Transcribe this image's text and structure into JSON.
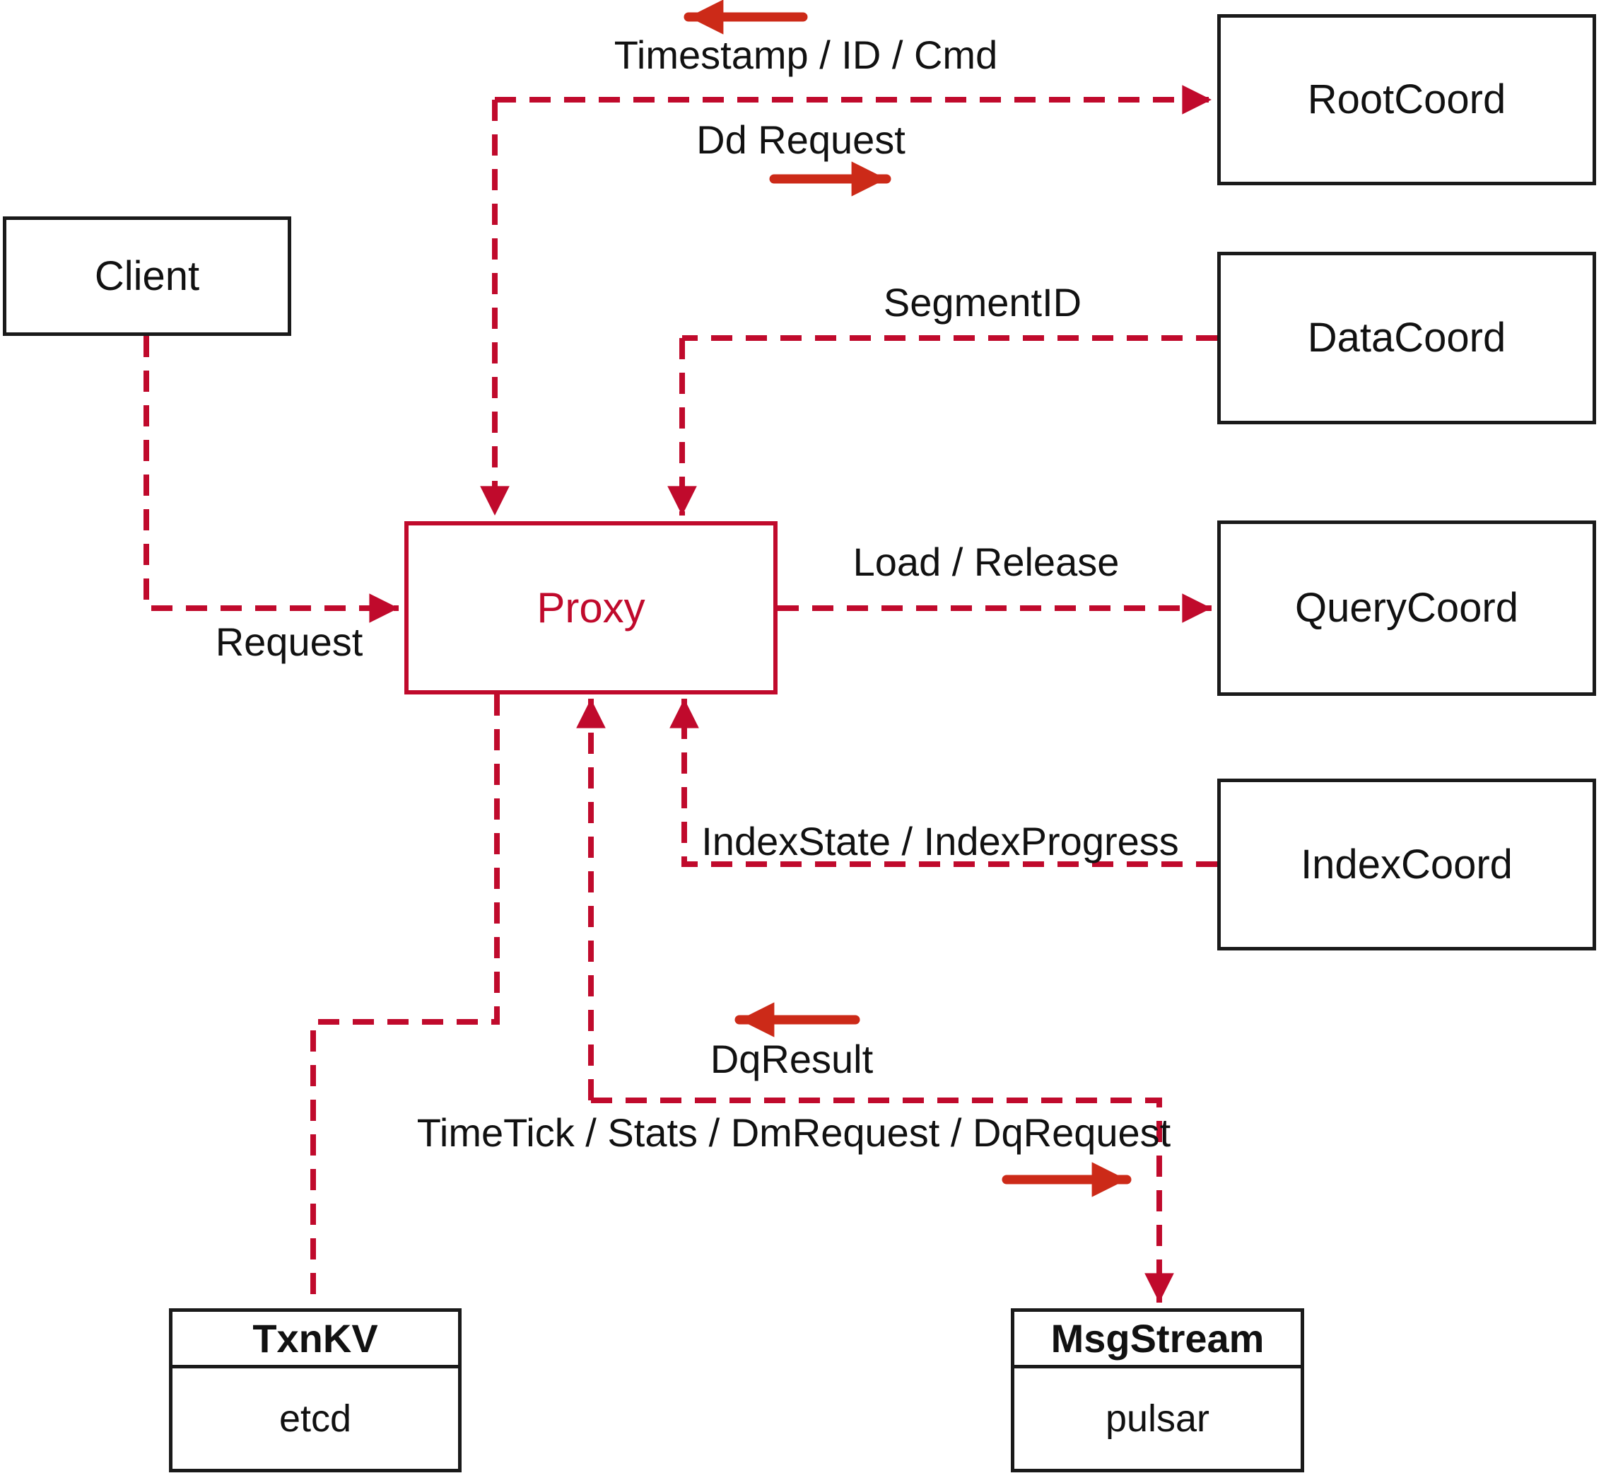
{
  "diagram": {
    "nodes": {
      "client": {
        "label": "Client"
      },
      "rootcoord": {
        "label": "RootCoord"
      },
      "datacoord": {
        "label": "DataCoord"
      },
      "querycoord": {
        "label": "QueryCoord"
      },
      "indexcoord": {
        "label": "IndexCoord"
      },
      "proxy": {
        "label": "Proxy"
      },
      "txnkv": {
        "title": "TxnKV",
        "impl": "etcd"
      },
      "msgstream": {
        "title": "MsgStream",
        "impl": "pulsar"
      }
    },
    "edge_labels": {
      "timestamp_id_cmd": "Timestamp / ID / Cmd",
      "dd_request": "Dd Request",
      "segment_id": "SegmentID",
      "load_release": "Load / Release",
      "index_state": "IndexState / IndexProgress",
      "request": "Request",
      "dq_result": "DqResult",
      "timetick": "TimeTick / Stats / DmRequest / DqRequest"
    },
    "colors": {
      "line": "#c00a2c",
      "arrow": "#cc2a18",
      "box_border": "#1a1a1a",
      "text": "#111111",
      "background": "#ffffff"
    }
  }
}
